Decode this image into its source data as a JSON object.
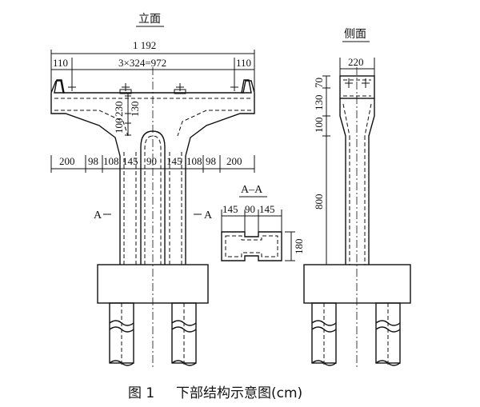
{
  "elevation": {
    "title": "立面",
    "total_width": "1 192",
    "cap_dims": {
      "left_edge": "110",
      "bearings": "3×324=972",
      "right_edge": "110"
    },
    "vertical_dims": {
      "d230": "230",
      "d100": "100",
      "d130": "130"
    },
    "column_dims": [
      "200",
      "98",
      "108",
      "145",
      "90",
      "145",
      "108",
      "98",
      "200"
    ],
    "section_marker_left": "A",
    "section_marker_right": "A"
  },
  "side": {
    "title": "侧面",
    "width": "220",
    "vertical_dims": {
      "d70": "70",
      "d130": "130",
      "d100": "100",
      "d800": "800"
    }
  },
  "section": {
    "title": "A–A",
    "dims": [
      "145",
      "90",
      "145"
    ],
    "height": "180"
  },
  "caption": {
    "figure": "图 1",
    "text": "下部结构示意图(cm)"
  }
}
